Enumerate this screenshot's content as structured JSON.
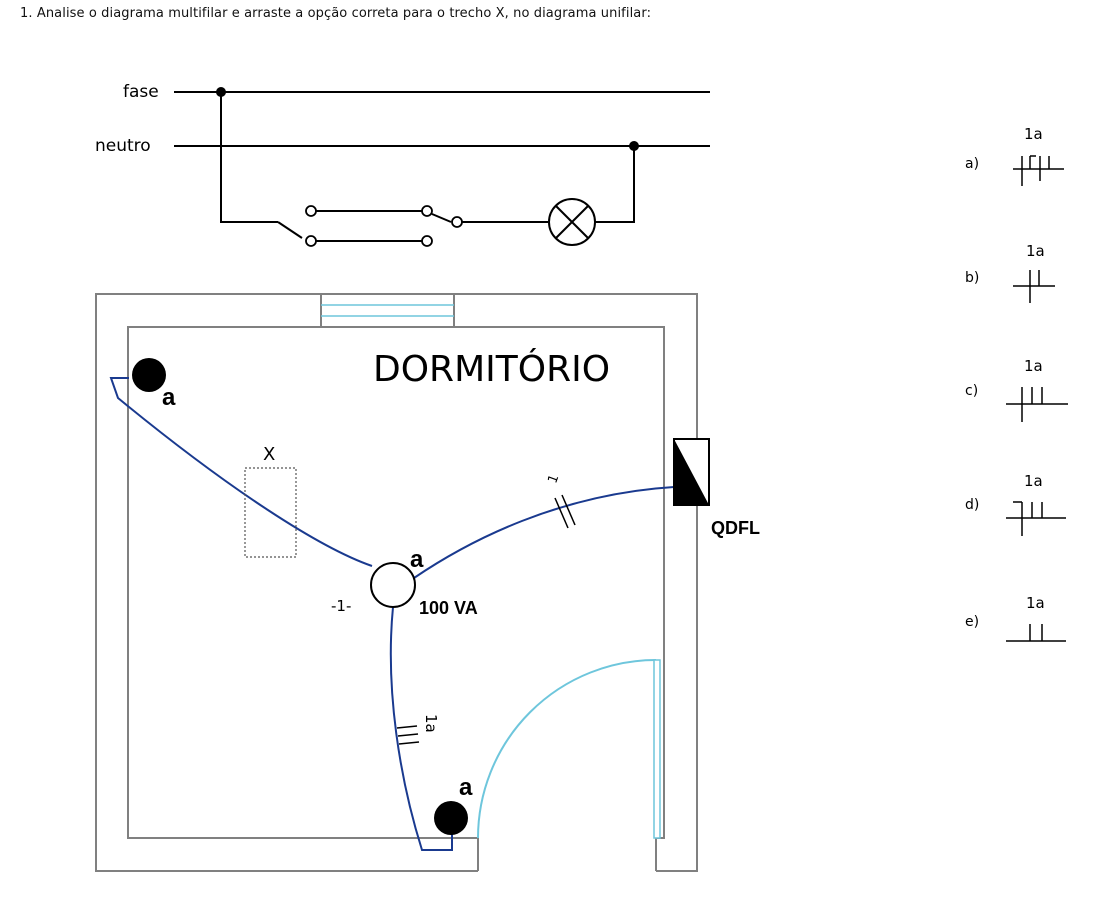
{
  "question": "1. Analise o diagrama multifilar e arraste a opção correta para o trecho X, no diagrama unifilar:",
  "multifilar": {
    "phase_label": "fase",
    "neutral_label": "neutro"
  },
  "floorplan": {
    "room_title": "DORMITÓRIO",
    "panel_label": "QDFL",
    "lamp_id": "a",
    "lamp_power": "100 VA",
    "circuit_number": "-1-",
    "switch_top_left_label": "a",
    "switch_bottom_label": "a",
    "x_marker": "X",
    "feed_circuit_mark": "1",
    "bottom_segment_mark": "1a"
  },
  "options": [
    {
      "letter": "a)",
      "label": "1a",
      "symbol": "phase-neutral-return"
    },
    {
      "letter": "b)",
      "label": "1a",
      "symbol": "two-returns"
    },
    {
      "letter": "c)",
      "label": "1a",
      "symbol": "phase-two-returns"
    },
    {
      "letter": "d)",
      "label": "1a",
      "symbol": "neutral-two-returns"
    },
    {
      "letter": "e)",
      "label": "1a",
      "symbol": "two-returns-no-conductor"
    }
  ],
  "colors": {
    "wire": "#1a3a8f",
    "door": "#6ec6dc",
    "wall": "#808080"
  }
}
